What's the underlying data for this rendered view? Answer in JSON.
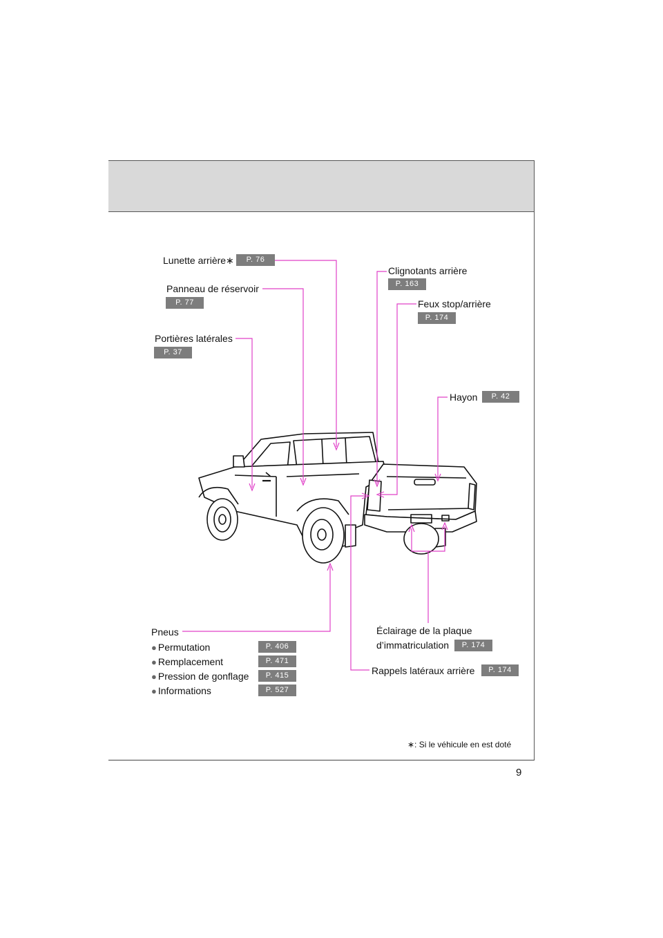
{
  "page_number": "9",
  "footnote": "∗: Si le véhicule en est doté",
  "labels": {
    "lunette": "Lunette arrière∗",
    "panneau": "Panneau de réservoir",
    "portieres": "Portières latérales",
    "clignotants": "Clignotants arrière",
    "feux": "Feux stop/arrière",
    "hayon": "Hayon",
    "eclairage_1": "Éclairage de la plaque",
    "eclairage_2": "d’immatriculation",
    "rappels": "Rappels latéraux arrière",
    "pneus": "Pneus"
  },
  "pages": {
    "lunette": "P. 76",
    "panneau": "P. 77",
    "portieres": "P. 37",
    "clignotants": "P. 163",
    "feux": "P. 174",
    "hayon": "P. 42",
    "eclairage": "P. 174",
    "rappels": "P. 174"
  },
  "tire_items": [
    {
      "label": "Permutation",
      "page": "P. 406"
    },
    {
      "label": "Remplacement",
      "page": "P. 471"
    },
    {
      "label": "Pression de gonflage",
      "page": "P. 415"
    },
    {
      "label": "Informations",
      "page": "P. 527"
    }
  ],
  "bullet": "●",
  "colors": {
    "leader": "#e040c8",
    "badge": "#7d7d7d",
    "header": "#d9d9d9"
  }
}
